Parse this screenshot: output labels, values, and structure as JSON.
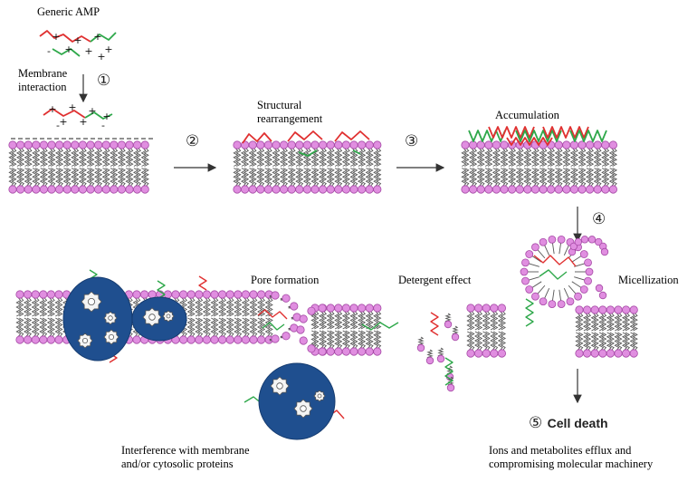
{
  "labels": {
    "generic_amp": "Generic AMP",
    "membrane_interaction_line1": "Membrane",
    "membrane_interaction_line2": "interaction",
    "structural_line1": "Structural",
    "structural_line2": "rearrangement",
    "accumulation": "Accumulation",
    "pore_formation": "Pore formation",
    "detergent_effect": "Detergent effect",
    "micellization": "Micellization",
    "interference_line1": "Interference with membrane",
    "interference_line2": "and/or cytosolic proteins",
    "cell_death": "Cell death",
    "efflux_line1": "Ions and metabolites efflux and",
    "efflux_line2": "compromising molecular machinery"
  },
  "steps": {
    "s1": "①",
    "s2": "②",
    "s3": "③",
    "s4": "④",
    "s5": "⑤"
  },
  "charges": {
    "plus": "+",
    "minus": "-"
  },
  "colors": {
    "lipid_head": "#e08ee0",
    "lipid_head_stroke": "#a64aa6",
    "tail": "#555555",
    "peptide_red": "#e03030",
    "peptide_green": "#2ea84a",
    "protein_blue": "#1f4f8f",
    "protein_blue_dark": "#163c70"
  }
}
